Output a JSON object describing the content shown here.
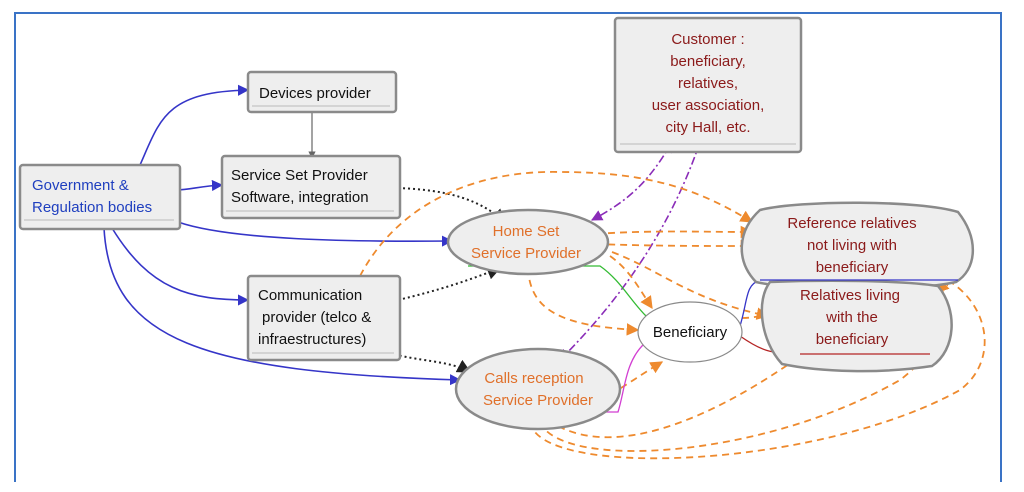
{
  "nodes": {
    "government": [
      "Government &",
      "Regulation bodies"
    ],
    "devices": [
      "Devices provider"
    ],
    "service_set": [
      "Service Set Provider",
      "Software, integration"
    ],
    "communication": [
      "Communication",
      "provider (telco &",
      "infraestructures)"
    ],
    "home_set": [
      "Home Set",
      "Service Provider"
    ],
    "calls": [
      "Calls reception",
      "Service Provider"
    ],
    "customer": [
      "Customer :",
      "beneficiary,",
      "relatives,",
      "user association,",
      "city Hall, etc."
    ],
    "beneficiary": [
      "Beneficiary"
    ],
    "reference": [
      "Reference relatives",
      "not living with",
      "beneficiary"
    ],
    "relatives_living": [
      "Relatives living",
      "with the",
      "beneficiary"
    ]
  },
  "colors": {
    "frame": "#3a73c6",
    "box_fill": "#eeeeee",
    "box_border": "#8a8a8a",
    "gov_text": "#1f3fbf",
    "black_text": "#111111",
    "orange_text": "#e0702a",
    "red_text": "#8b1a1a",
    "blue_edge": "#3535c8",
    "orange_edge": "#ee8a2e",
    "purple_edge": "#8a2cb8",
    "dotted_black": "#222222",
    "green_edge": "#33bb33",
    "pink_edge": "#d23fd2",
    "red_edge": "#b52525"
  }
}
